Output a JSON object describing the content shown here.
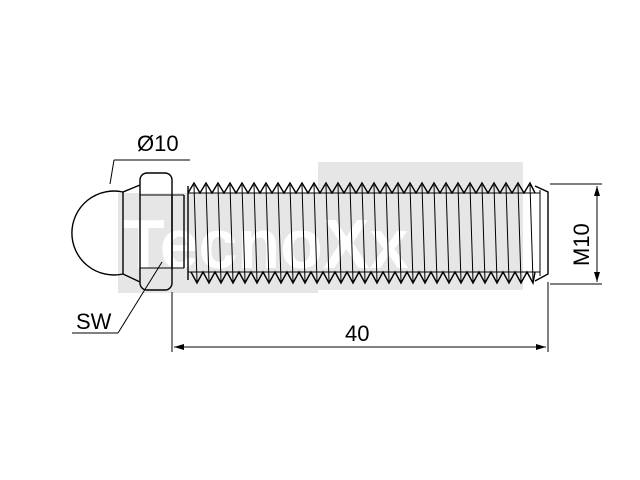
{
  "drawing": {
    "diameter_label": "Ø10",
    "wrench_label": "SW",
    "length_label": "40",
    "thread_label": "M10",
    "watermark_text": "TecnoXx",
    "line_color": "#000000",
    "watermark_color": "#e8e8e8"
  }
}
